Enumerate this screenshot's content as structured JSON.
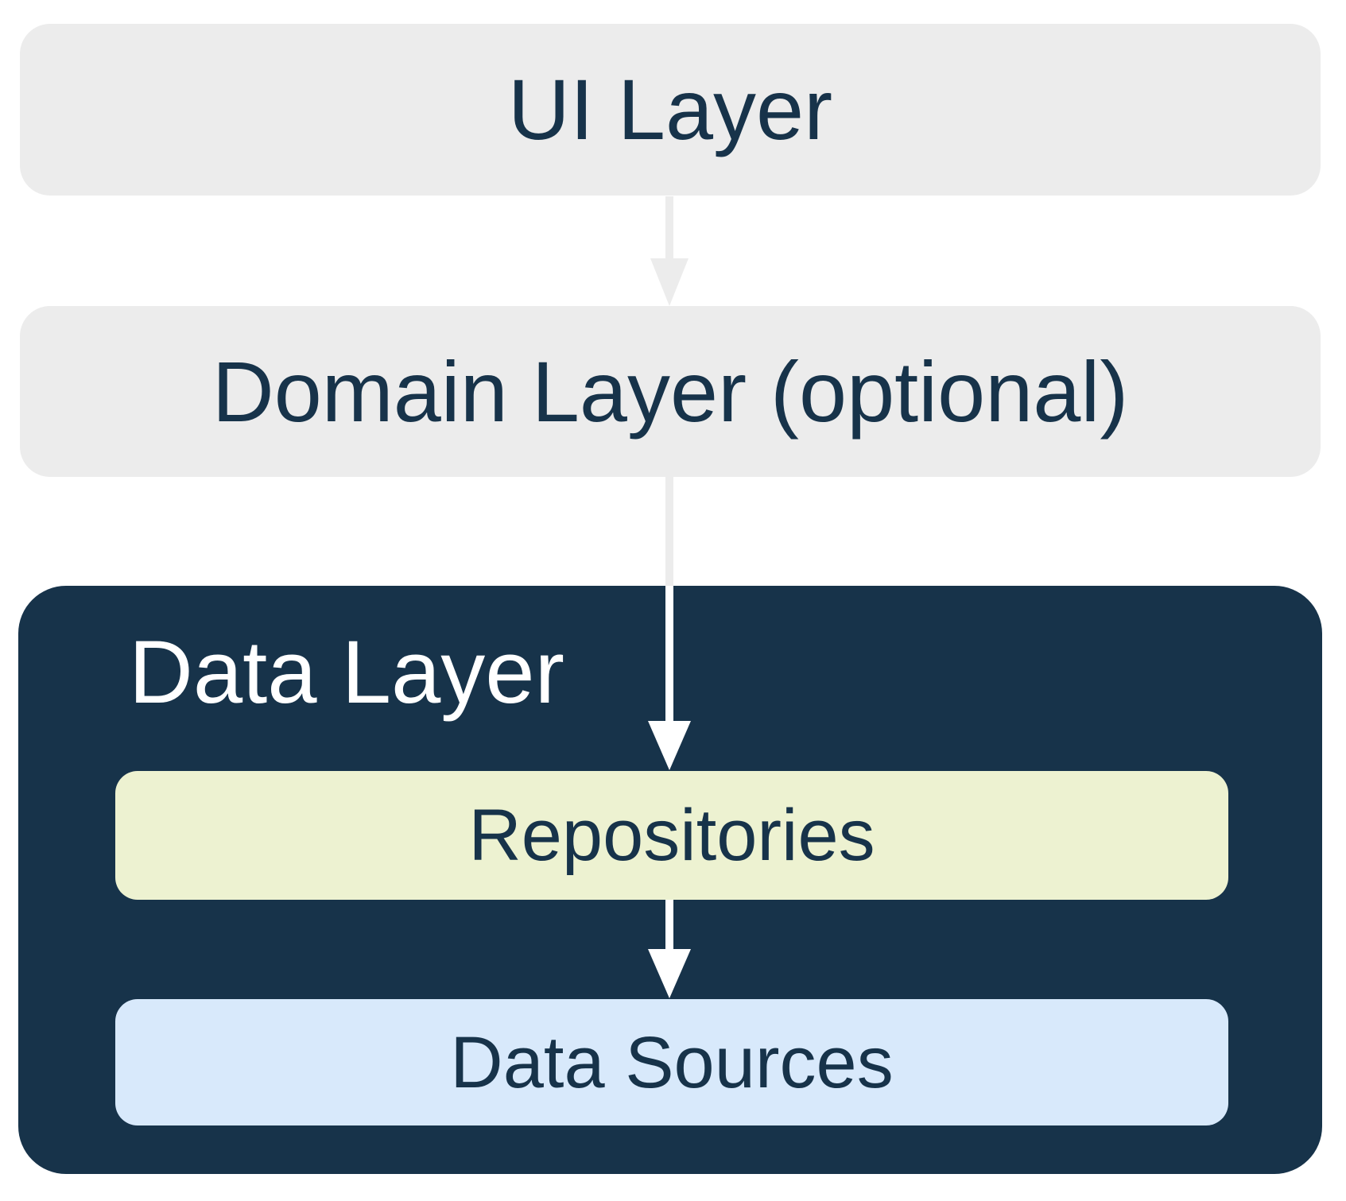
{
  "colors": {
    "background": "#FFFFFF",
    "layer_box_gray": "#ECECEC",
    "dark_navy": "#17334A",
    "repositories_green": "#EDF2D1",
    "data_sources_blue": "#D8E9FB",
    "text_on_light": "#17334A",
    "text_on_dark": "#FFFFFF",
    "arrow_gray": "#ECECEC",
    "arrow_white": "#FFFFFF"
  },
  "nodes": {
    "ui_layer": {
      "label": "UI Layer"
    },
    "domain_layer": {
      "label": "Domain Layer (optional)"
    },
    "data_layer": {
      "label": "Data Layer"
    },
    "repositories": {
      "label": "Repositories"
    },
    "data_sources": {
      "label": "Data Sources"
    }
  },
  "edges": [
    {
      "from": "ui_layer",
      "to": "domain_layer",
      "direction": "down"
    },
    {
      "from": "domain_layer",
      "to": "repositories",
      "direction": "down"
    },
    {
      "from": "repositories",
      "to": "data_sources",
      "direction": "down"
    }
  ]
}
